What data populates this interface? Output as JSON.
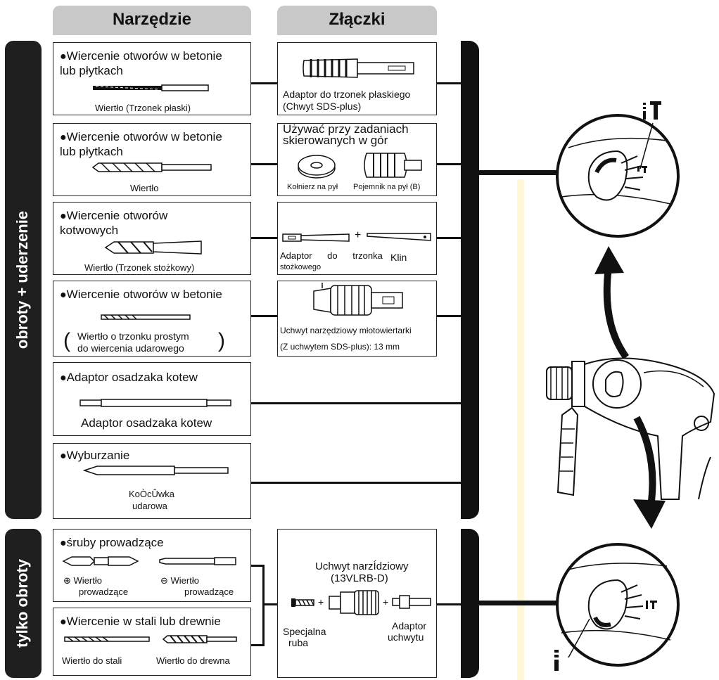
{
  "headers": {
    "tool": "Narzędzie",
    "attachments": "Złączki"
  },
  "modes": {
    "rotation_hammer": "obroty + uderzenie",
    "rotation_only": "tylko obroty"
  },
  "tools": [
    {
      "title": "Wiercenie otworów w betonie",
      "title2": "lub płytkach",
      "caption": "Wiertło (Trzonek płaski)"
    },
    {
      "title": "Wiercenie otworów w betonie",
      "title2": "lub płytkach",
      "caption": "Wiertło"
    },
    {
      "title": "Wiercenie otworów",
      "title2": "kotwowych",
      "caption": "Wiertło (Trzonek stożkowy)"
    },
    {
      "title": "Wiercenie otworów w betonie",
      "caption1": "Wiertło o trzonku prostym",
      "caption2": "do wiercenia udarowego"
    },
    {
      "title": "Adaptor osadzaka kotew",
      "caption": "Adaptor osadzaka kotew"
    },
    {
      "title": "Wyburzanie",
      "caption1": "KoÒcÛwka",
      "caption2": "udarowa"
    },
    {
      "title": "śruby prowadzące",
      "cap_left1": "⊕ Wiertło",
      "cap_left2": "prowadzące",
      "cap_right1": "⊖ Wiertło",
      "cap_right2": "prowadzące"
    },
    {
      "title": "Wiercenie w stali lub drewnie",
      "cap_left": "Wiertło do stali",
      "cap_right": "Wiertło do drewna"
    }
  ],
  "attachments": [
    {
      "line1": "Adaptor do trzonek płaskiego",
      "line2": "(Chwyt SDS-plus)"
    },
    {
      "heading1": "Używać przy zadaniach",
      "heading2": "skierowanych w gór",
      "left": "Kołnierz na pył",
      "right": "Pojemnik na pył (B)"
    },
    {
      "left1": "Adaptor do trzonka",
      "left2": "stożkowego",
      "right": "Klin"
    },
    {
      "line1": "Uchwyt narzędziowy młotowiertarki",
      "line2": "(Z uchwytem SDS-plus): 13 mm"
    },
    {
      "title1": "Uchwyt narzÍdziowy",
      "title2": "(13VLRB-D)",
      "left1": "Specjalna",
      "left2": "ruba",
      "right1": "Adaptor",
      "right2": "uchwytu"
    }
  ],
  "icons": [
    "hammer-icon",
    "drill-icon",
    "arrow-up-icon",
    "arrow-down-icon"
  ]
}
